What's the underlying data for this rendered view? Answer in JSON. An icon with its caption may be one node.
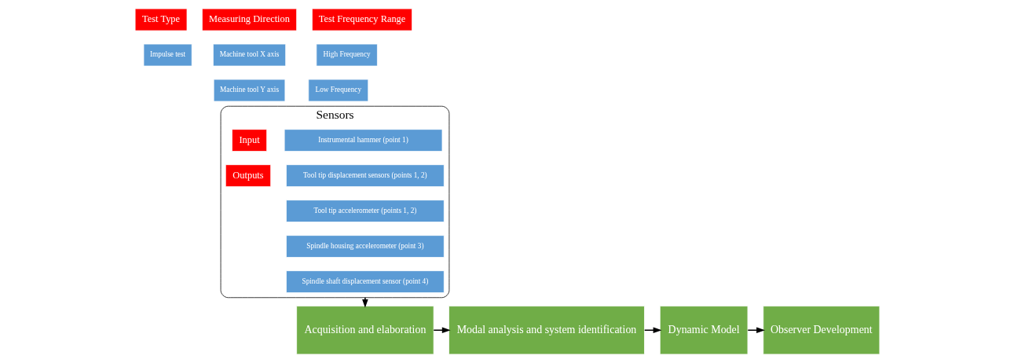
{
  "diagram": {
    "nodes": [
      {
        "text": [
          "Test Type"
        ]
      },
      {
        "text": [
          "Impulse test"
        ]
      },
      {
        "text": [
          "Measuring Direction"
        ]
      },
      {
        "text": [
          "Machine tool X axis"
        ]
      },
      {
        "text": [
          "Machine tool Y axis"
        ]
      },
      {
        "text": [
          "Test Frequency Range"
        ]
      },
      {
        "text": [
          "High Frequency"
        ]
      },
      {
        "text": [
          "Low Frequency"
        ]
      },
      {
        "text": [
          "Sensors"
        ]
      },
      {
        "text": [
          "Input"
        ],
        "in": 8
      },
      {
        "text": [
          "Instrumental hammer (point 1)"
        ],
        "in": 8
      },
      {
        "text": [
          "Outputs"
        ],
        "in": 8
      },
      {
        "text": [
          "Tool tip displacement sensors (points 1, 2)"
        ],
        "in": 8
      },
      {
        "text": [
          "Tool tip accelerometer (points 1, 2)"
        ],
        "in": 8
      },
      {
        "text": [
          "Spindle housing accelerometer (point 3)"
        ],
        "in": 8
      },
      {
        "text": [
          "Spindle shaft displacement sensor (point 4)"
        ],
        "in": 8
      },
      {
        "text": [
          "Acquisition and elaboration"
        ]
      },
      {
        "text": [
          "Modal analysis and system identification"
        ]
      },
      {
        "text": [
          "Dynamic Model"
        ]
      },
      {
        "text": [
          "Observer Development"
        ]
      }
    ],
    "edges": [
      {
        "from": 8,
        "to": 16,
        "arrow": "to"
      },
      {
        "from": 16,
        "to": 17,
        "arrow": "to"
      },
      {
        "from": 17,
        "to": 18,
        "arrow": "to"
      },
      {
        "from": 18,
        "to": 19,
        "arrow": "to"
      }
    ]
  }
}
